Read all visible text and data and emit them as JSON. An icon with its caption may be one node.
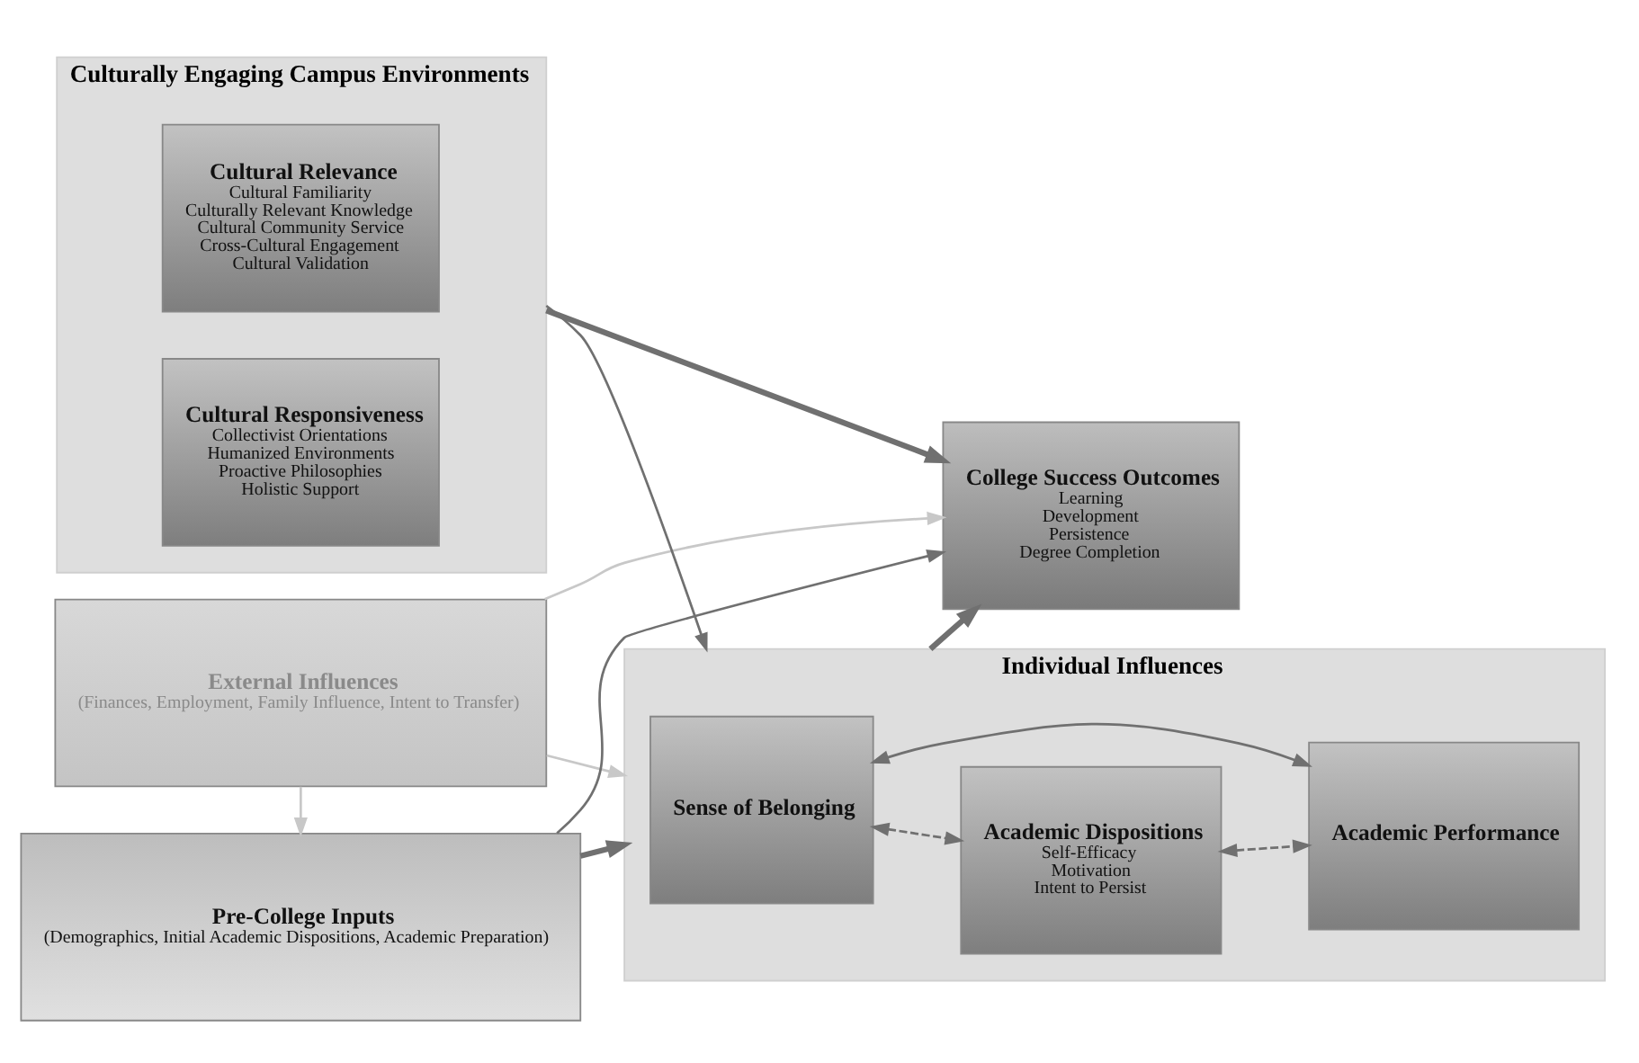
{
  "diagram": {
    "nodes": [
      {
        "text": [
          "External Influences",
          "(Finances, Employment, Family Influence, Intent to Transfer)"
        ]
      },
      {
        "text": [
          "Culturally Engaging Campus Environments"
        ]
      },
      {
        "text": [
          "Cultural Relevance",
          "Cultural Familiarity",
          "Culturally Relevant Knowledge",
          "Cultural Community Service",
          "Cross-Cultural Engagement",
          "Cultural Validation"
        ],
        "in": 1
      },
      {
        "text": [
          "Cultural Responsiveness",
          "Collectivist Orientations",
          "Humanized Environments",
          "Proactive Philosophies",
          "Holistic Support"
        ],
        "in": 1
      },
      {
        "text": [
          "Pre-College Inputs",
          "(Demographics, Initial Academic Dispositions, Academic Preparation)"
        ]
      },
      {
        "text": [
          "Individual Influences"
        ]
      },
      {
        "text": [
          "Sense of Belonging"
        ],
        "in": 5
      },
      {
        "text": [
          "Academic Dispositions",
          "Self-Efficacy",
          "Motivation",
          "Intent to Persist"
        ],
        "in": 5
      },
      {
        "text": [
          "Academic Performance"
        ],
        "in": 5
      },
      {
        "text": [
          "College Success Outcomes",
          "Learning",
          "Development",
          "Persistence",
          "Degree Completion"
        ]
      }
    ],
    "edges": [
      {
        "from": 0,
        "to": 4,
        "arrow": "to",
        "color": "#c8c8c8"
      },
      {
        "from": 0,
        "to": 5,
        "arrow": "to",
        "color": "#c8c8c8"
      },
      {
        "from": 0,
        "to": 9,
        "arrow": "to",
        "color": "#c8c8c8"
      },
      {
        "from": 1,
        "to": 5,
        "arrow": "to"
      },
      {
        "from": 1,
        "to": 9,
        "arrow": "to",
        "style": "thick"
      },
      {
        "from": 4,
        "to": 5,
        "arrow": "to",
        "style": "thick"
      },
      {
        "from": 6,
        "to": 7,
        "arrow": "both",
        "style": "dashed"
      },
      {
        "from": 7,
        "to": 8,
        "arrow": "both",
        "style": "dashed"
      },
      {
        "from": 6,
        "to": 8,
        "arrow": "both"
      },
      {
        "from": 5,
        "to": 9,
        "arrow": "to",
        "style": "thick"
      },
      {
        "from": 4,
        "to": 9,
        "arrow": "to"
      }
    ]
  }
}
